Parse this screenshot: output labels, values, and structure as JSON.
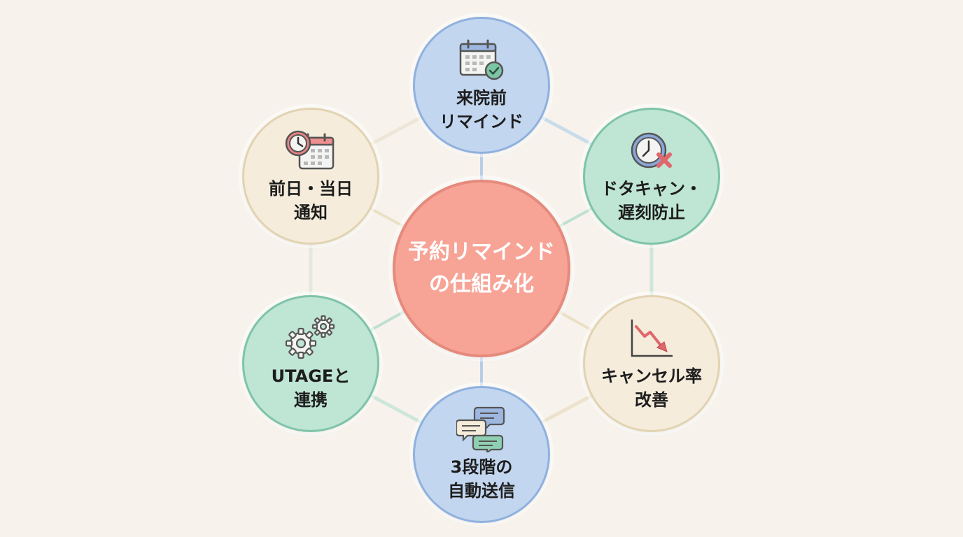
{
  "center": {
    "line1": "予約リマインド",
    "line2": "の仕組み化",
    "color": "#f7a497"
  },
  "nodes": {
    "top": {
      "line1": "来院前",
      "line2": "リマインド",
      "icon": "calendar-check-icon",
      "color": "#c3d6ef"
    },
    "upper_right": {
      "line1": "ドタキャン・",
      "line2": "遅刻防止",
      "icon": "clock-cross-icon",
      "color": "#bfe5d5"
    },
    "lower_right": {
      "line1": "キャンセル率",
      "line2": "改善",
      "icon": "downtrend-chart-icon",
      "color": "#f5ecdb"
    },
    "bottom": {
      "line1": "3段階の",
      "line2": "自動送信",
      "icon": "chat-bubbles-icon",
      "color": "#c3d6ef"
    },
    "lower_left": {
      "line1": "UTAGEと",
      "line2": "連携",
      "icon": "gears-icon",
      "color": "#bfe5d5"
    },
    "upper_left": {
      "line1": "前日・当日",
      "line2": "通知",
      "icon": "clock-calendar-icon",
      "color": "#f5ecdb"
    }
  }
}
